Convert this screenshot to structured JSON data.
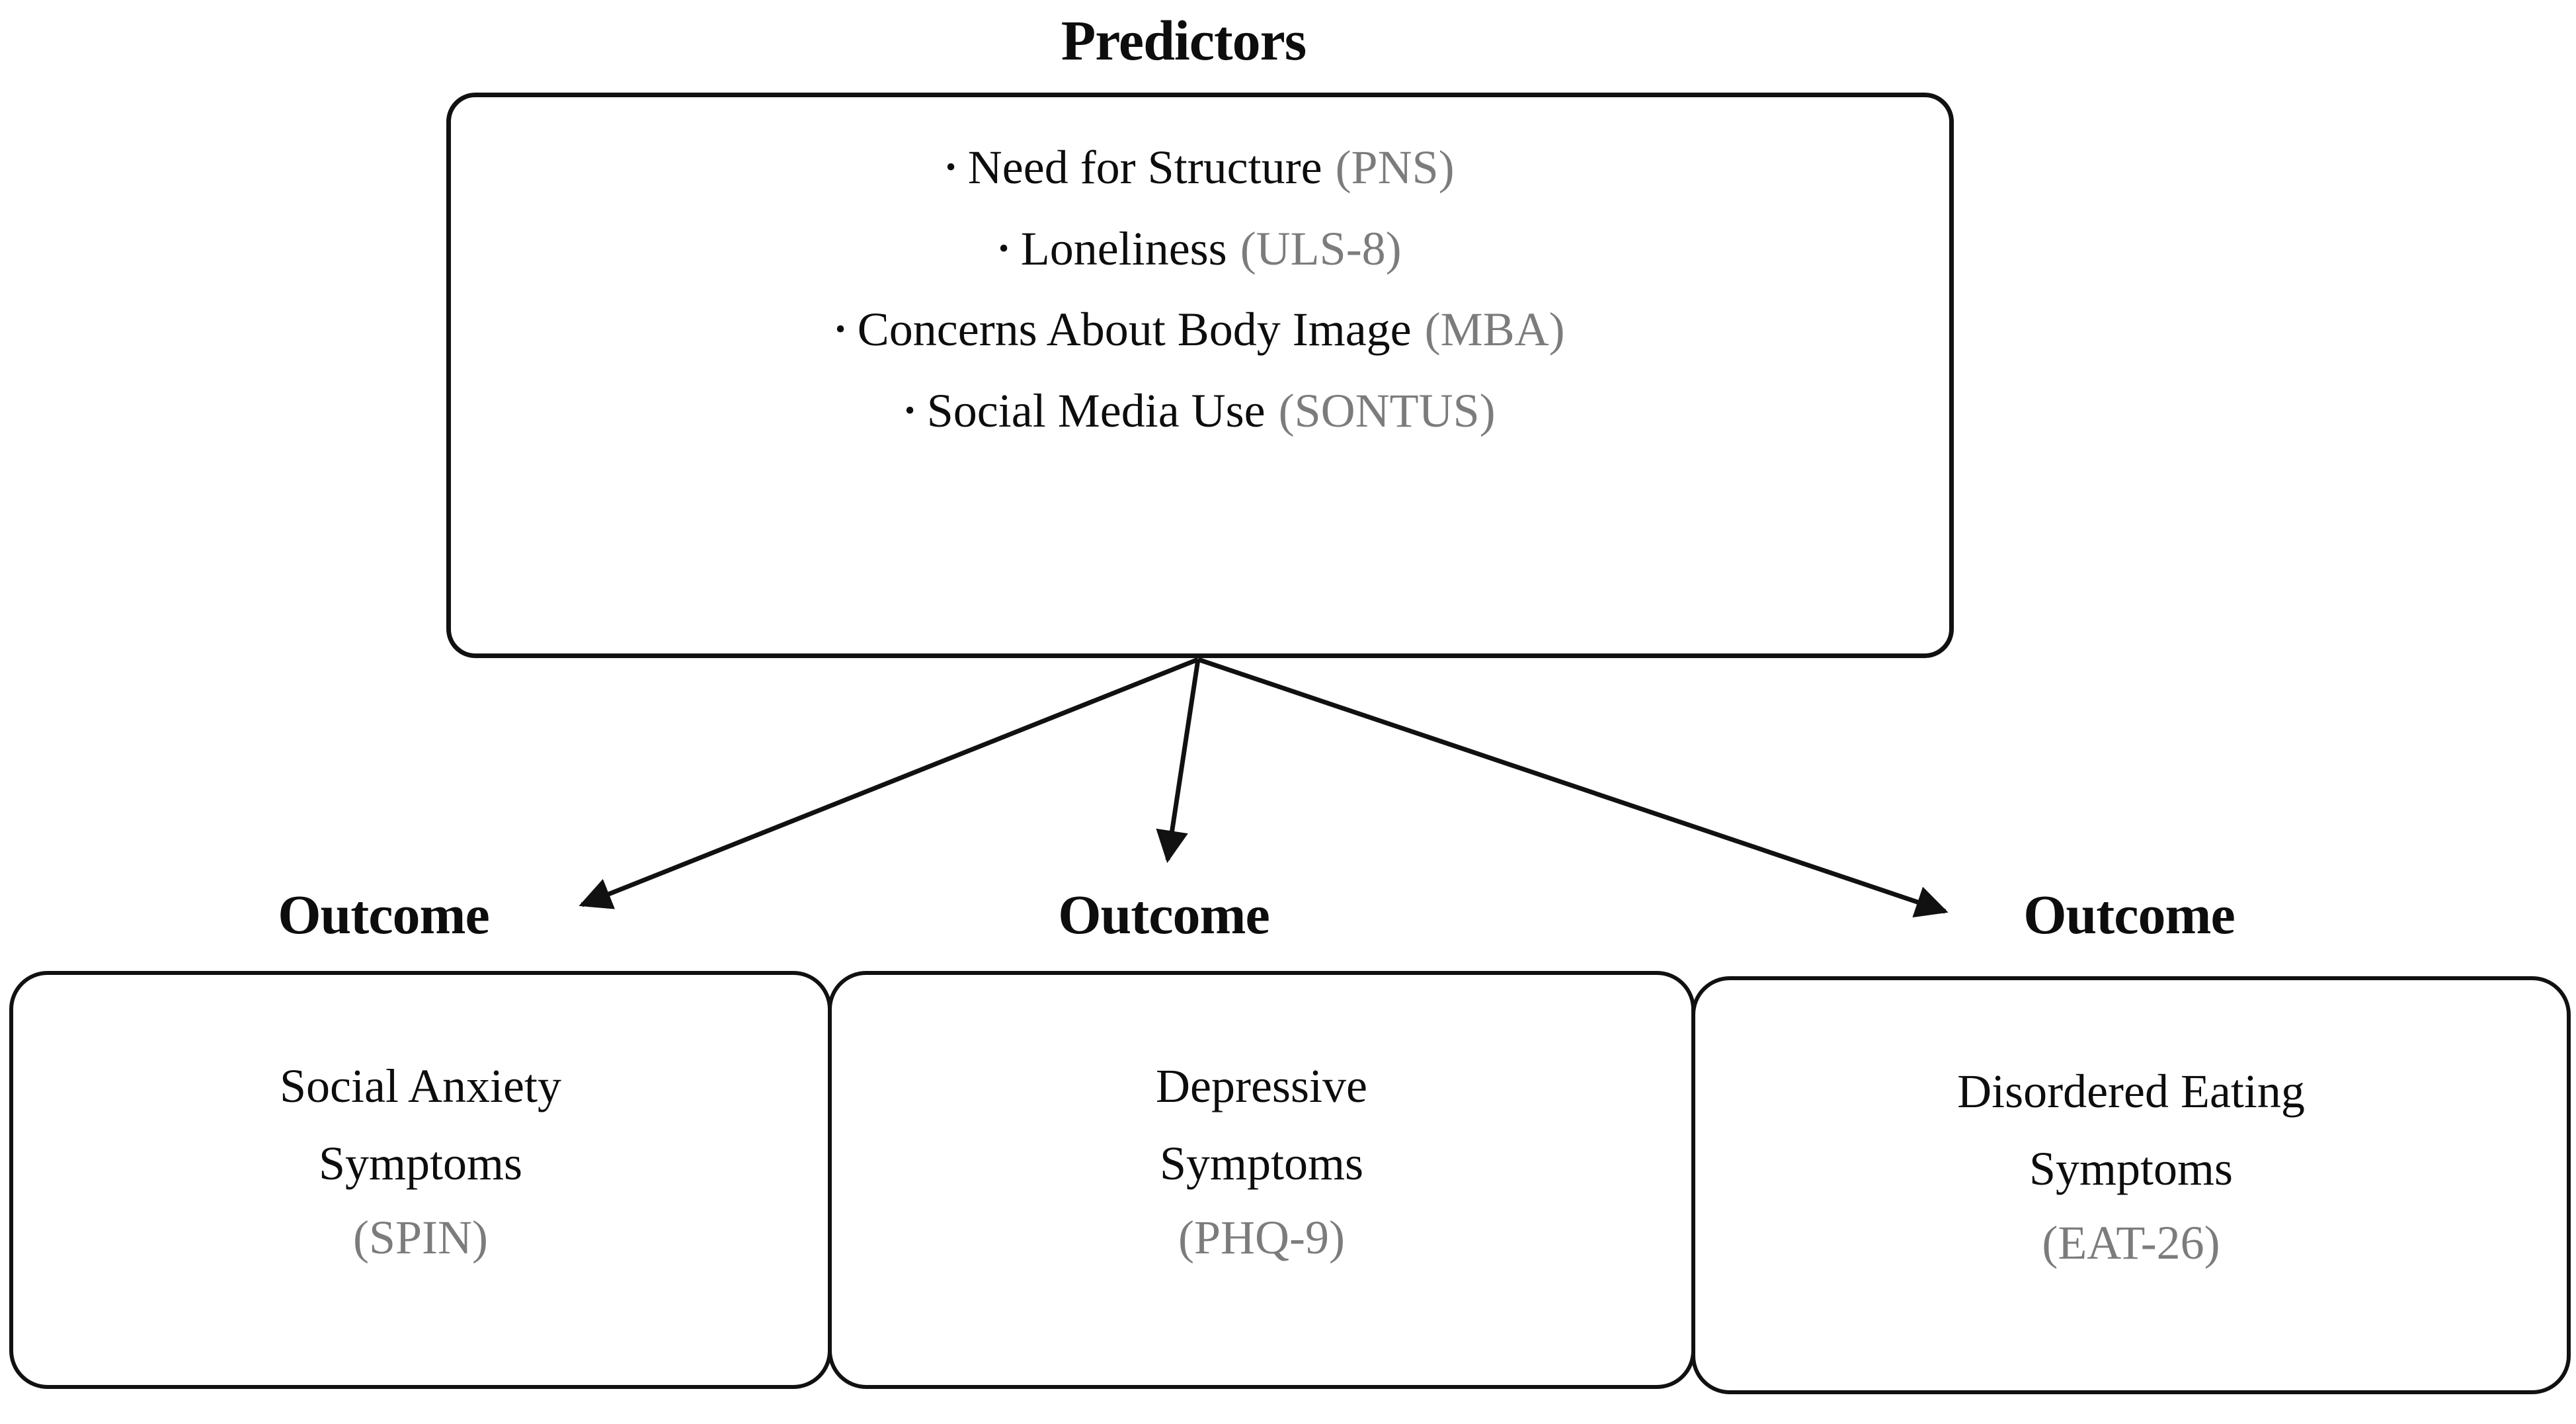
{
  "diagram": {
    "title": "Predictors",
    "predictors_section": {
      "heading": "Predictors",
      "items": [
        {
          "bullet": "•",
          "label": "Need for Structure",
          "abbr": "(PNS)"
        },
        {
          "bullet": "•",
          "label": "Loneliness",
          "abbr": "(ULS-8)"
        },
        {
          "bullet": "•",
          "label": "Concerns About Body Image",
          "abbr": "(MBA)"
        },
        {
          "bullet": "•",
          "label": "Social Media Use",
          "abbr": "(SONTUS)"
        }
      ]
    },
    "outcomes": [
      {
        "heading": "Outcome",
        "line1": "Social Anxiety",
        "line2": "Symptoms",
        "abbr": "(SPIN)"
      },
      {
        "heading": "Outcome",
        "line1": "Depressive",
        "line2": "Symptoms",
        "abbr": "(PHQ-9)"
      },
      {
        "heading": "Outcome",
        "line1": "Disordered Eating",
        "line2": "Symptoms",
        "abbr": "(EAT-26)"
      }
    ],
    "connections": [
      {
        "from": "predictors",
        "to": "outcome-1",
        "style": "arrow"
      },
      {
        "from": "predictors",
        "to": "outcome-2",
        "style": "arrow"
      },
      {
        "from": "predictors",
        "to": "outcome-3",
        "style": "arrow"
      }
    ],
    "colors": {
      "text": "#0d0d0d",
      "abbr": "#7c7c7c",
      "stroke": "#111111",
      "background": "#ffffff"
    }
  }
}
